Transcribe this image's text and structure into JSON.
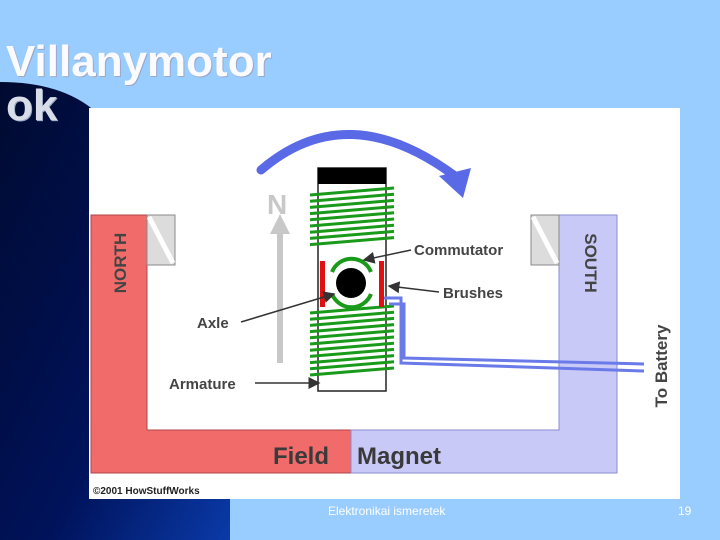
{
  "slide": {
    "title_line1": "Villanymotor",
    "title_line2": "ok",
    "footer_text": "Elektronikai ismeretek",
    "page_number": "19"
  },
  "diagram": {
    "pole_north": "NORTH",
    "pole_south": "SOUTH",
    "field_label": "N",
    "commutator_label": "Commutator",
    "brushes_label": "Brushes",
    "axle_label": "Axle",
    "armature_label": "Armature",
    "battery_label": "To Battery",
    "field_word": "Field",
    "magnet_word": "Magnet",
    "copyright": "©2001 HowStuffWorks"
  },
  "colors": {
    "background": "#99ccff",
    "navy": "#00104a",
    "north_pole": "#f26b6b",
    "south_pole": "#c9c9f8",
    "coil": "#1a9a1a",
    "brush": "#e01010",
    "arrow": "#5a6ae6",
    "wire": "#6a7ae8"
  },
  "icons": [
    "rotation-arrow-icon",
    "north-arrow-icon"
  ]
}
